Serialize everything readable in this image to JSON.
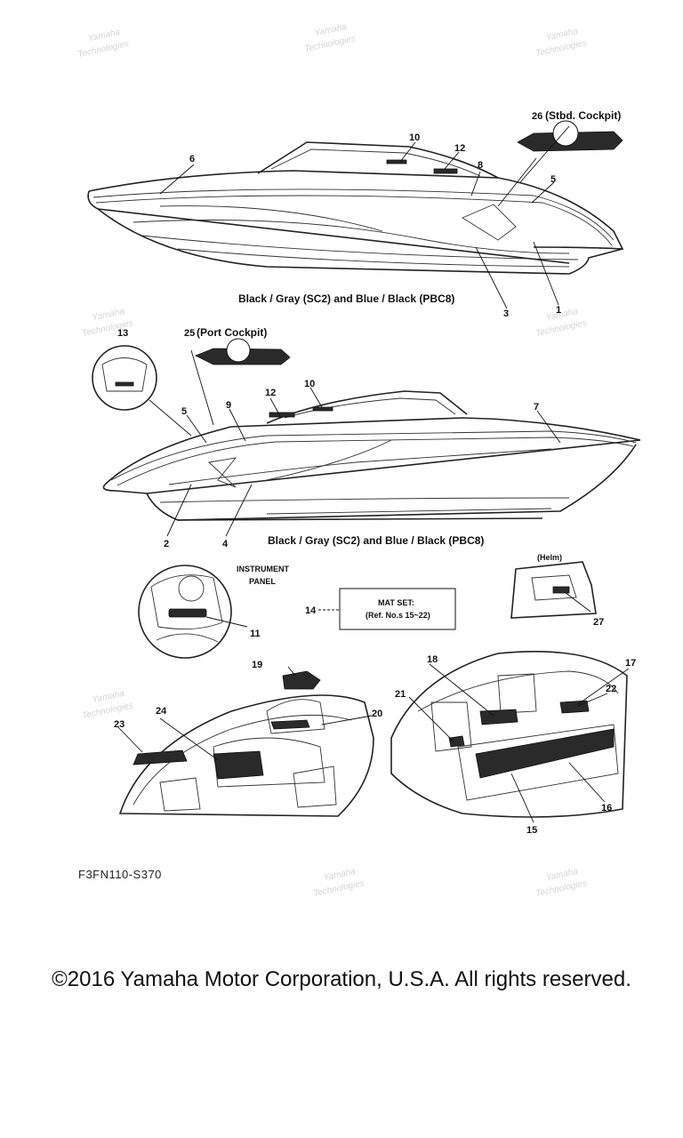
{
  "captions": {
    "starboard_color": "Black / Gray (SC2) and Blue / Black (PBC8)",
    "port_color": "Black / Gray (SC2) and Blue / Black (PBC8)",
    "stbd_cockpit": "(Stbd. Cockpit)",
    "port_cockpit": "(Port Cockpit)",
    "instrument_panel_line1": "INSTRUMENT",
    "instrument_panel_line2": "PANEL",
    "helm": "(Helm)",
    "mat_set_line1": "MAT SET:",
    "mat_set_line2": "(Ref. No.s 15~22)"
  },
  "diagram_code": "F3FN110-S370",
  "copyright": "©2016 Yamaha Motor Corporation, U.S.A. All rights reserved.",
  "watermark": [
    "Yamaha",
    "Technologies"
  ],
  "callouts": {
    "c1": "1",
    "c2": "2",
    "c3": "3",
    "c4": "4",
    "c5a": "5",
    "c5b": "5",
    "c6": "6",
    "c7": "7",
    "c8": "8",
    "c9": "9",
    "c10a": "10",
    "c10b": "10",
    "c11": "11",
    "c12a": "12",
    "c12b": "12",
    "c13": "13",
    "c14": "14",
    "c15": "15",
    "c16": "16",
    "c17": "17",
    "c18": "18",
    "c19": "19",
    "c20": "20",
    "c21": "21",
    "c22": "22",
    "c23": "23",
    "c24": "24",
    "c25": "25",
    "c26": "26",
    "c27": "27"
  }
}
